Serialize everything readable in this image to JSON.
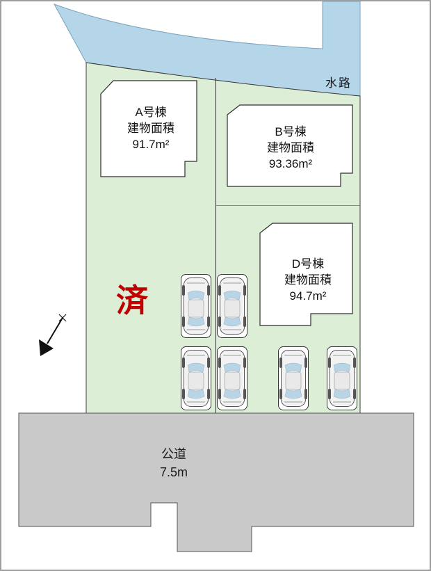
{
  "waterway": {
    "label": "水路"
  },
  "road": {
    "label": "公道",
    "width": "7.5m"
  },
  "sold": {
    "label": "済"
  },
  "buildings": [
    {
      "name": "A号棟",
      "area_label": "建物面積",
      "area": "91.7m²"
    },
    {
      "name": "B号棟",
      "area_label": "建物面積",
      "area": "93.36m²"
    },
    {
      "name": "D号棟",
      "area_label": "建物面積",
      "area": "94.7m²"
    }
  ],
  "colors": {
    "water": "#b5d6e8",
    "parcel_green": "#dceed5",
    "road_gray": "#c9c9c9",
    "sold_red": "#c00000"
  }
}
